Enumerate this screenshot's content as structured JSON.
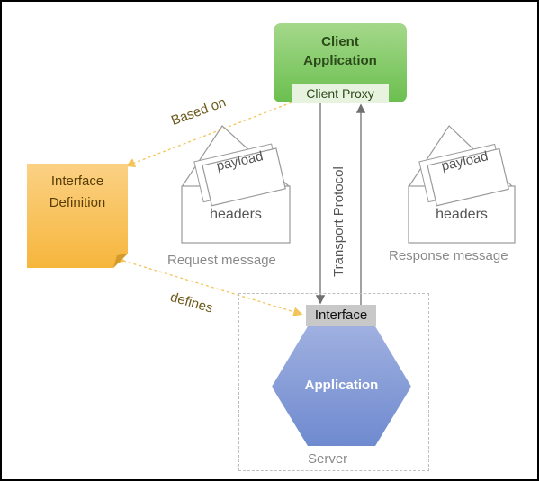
{
  "client": {
    "title_line1": "Client",
    "title_line2": "Application",
    "proxy": "Client Proxy"
  },
  "interface_definition": {
    "line1": "Interface",
    "line2": "Definition"
  },
  "arrows": {
    "based_on": "Based on",
    "defines": "defines",
    "transport": "Transport Protocol"
  },
  "request": {
    "payload": "payload",
    "headers": "headers",
    "caption": "Request message"
  },
  "response": {
    "payload": "payload",
    "headers": "headers",
    "caption": "Response message"
  },
  "server": {
    "interface": "Interface",
    "application": "Application",
    "caption": "Server"
  },
  "colors": {
    "client_green": "#6bbf4f",
    "note_orange": "#f9c35a",
    "app_blue": "#7f98d6",
    "arrow_gold": "#f2c45a",
    "interface_gray": "#c8c8c8"
  }
}
